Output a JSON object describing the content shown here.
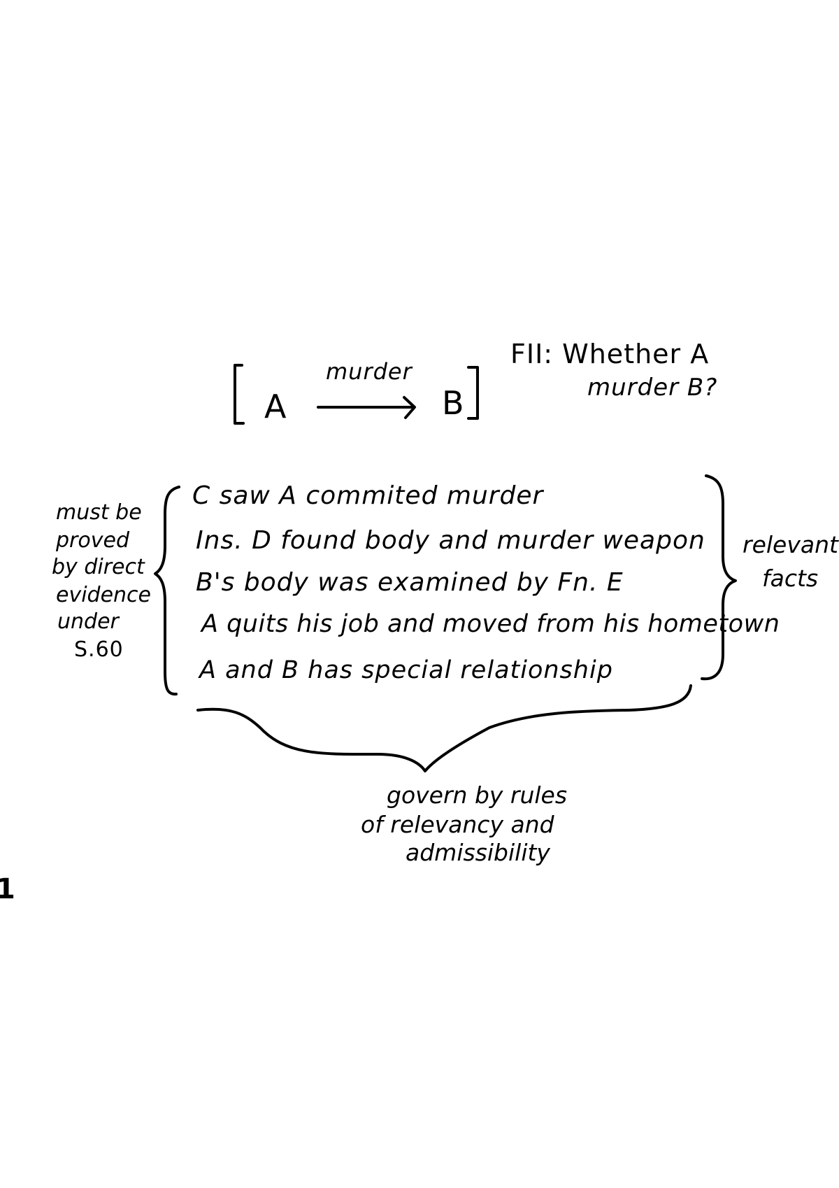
{
  "header": {
    "a_label": "A",
    "b_label": "B",
    "arrow_label": "murder",
    "fii_line1": "FII: Whether A",
    "fii_line2": "murder B?"
  },
  "facts": [
    "C saw A commited murder",
    "Ins. D found body and murder weapon",
    "B's body was examined by Fn. E",
    "A quits his job and moved from his hometown",
    "A and B has special relationship"
  ],
  "left_note": [
    "must be",
    "proved",
    "by direct",
    "evidence",
    "under",
    "S.60"
  ],
  "right_note": [
    "relevant",
    "facts"
  ],
  "bottom_note": [
    "govern by rules",
    "of relevancy and",
    "admissibility"
  ],
  "page_mark": "1"
}
